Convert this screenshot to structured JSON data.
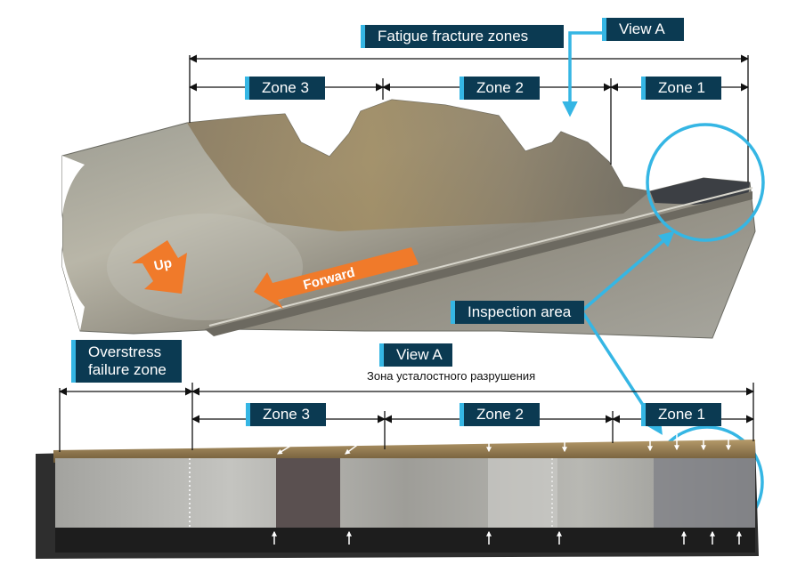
{
  "top_view": {
    "fatigue_label": "Fatigue fracture zones",
    "view_a_label": "View A",
    "zone3": "Zone 3",
    "zone2": "Zone 2",
    "zone1": "Zone 1",
    "up_label": "Up",
    "forward_label": "Forward"
  },
  "inspection_label": "Inspection area",
  "bottom_view": {
    "overstress_line1": "Overstress",
    "overstress_line2": "failure zone",
    "view_a_label": "View A",
    "russian_caption": "Зона усталостного разрушения",
    "zone3": "Zone 3",
    "zone2": "Zone 2",
    "zone1": "Zone 1"
  },
  "colors": {
    "label_bg": "#0b3a52",
    "label_accent": "#35b6e4",
    "callout": "#35b6e4",
    "direction_arrow": "#f07a2a"
  }
}
